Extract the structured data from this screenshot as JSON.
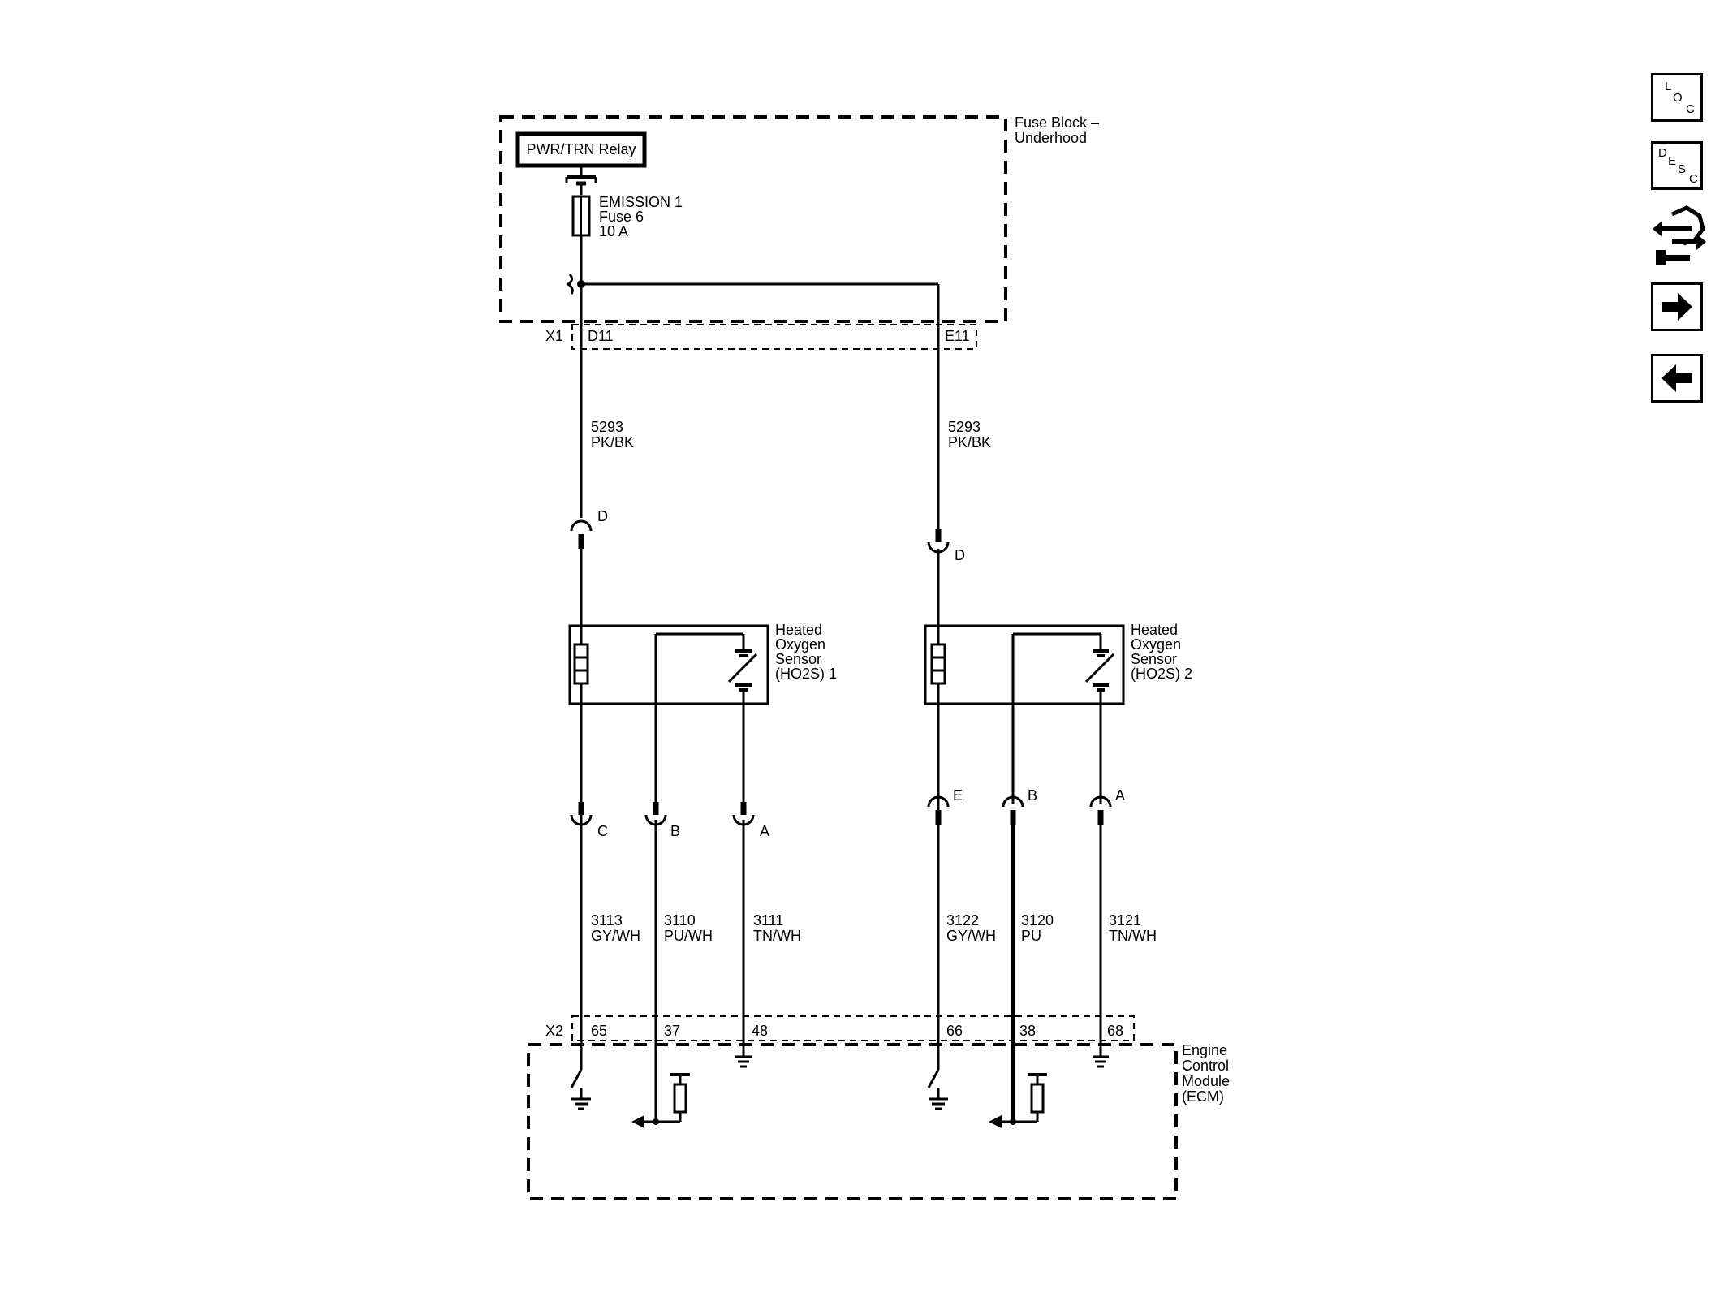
{
  "fuse_block": {
    "label_line1": "Fuse Block –",
    "label_line2": "Underhood"
  },
  "relay": {
    "label": "PWR/TRN Relay"
  },
  "fuse": {
    "line1": "EMISSION 1",
    "line2": "Fuse 6",
    "line3": "10 A"
  },
  "connector_x1": {
    "name": "X1",
    "pin_left": "D11",
    "pin_right": "E11"
  },
  "wires_power": [
    {
      "circuit": "5293",
      "color": "PK/BK"
    },
    {
      "circuit": "5293",
      "color": "PK/BK"
    }
  ],
  "sensor1": {
    "line1": "Heated",
    "line2": "Oxygen",
    "line3": "Sensor",
    "line4": "(HO2S) 1",
    "pin_top": "D",
    "pins_bottom": [
      "C",
      "B",
      "A"
    ]
  },
  "sensor2": {
    "line1": "Heated",
    "line2": "Oxygen",
    "line3": "Sensor",
    "line4": "(HO2S) 2",
    "pin_top": "D",
    "pins_bottom": [
      "E",
      "B",
      "A"
    ]
  },
  "wires_signal": [
    {
      "circuit": "3113",
      "color": "GY/WH"
    },
    {
      "circuit": "3110",
      "color": "PU/WH"
    },
    {
      "circuit": "3111",
      "color": "TN/WH"
    },
    {
      "circuit": "3122",
      "color": "GY/WH"
    },
    {
      "circuit": "3120",
      "color": "PU"
    },
    {
      "circuit": "3121",
      "color": "TN/WH"
    }
  ],
  "connector_x2": {
    "name": "X2",
    "pins": [
      "65",
      "37",
      "48",
      "66",
      "38",
      "68"
    ]
  },
  "ecm": {
    "line1": "Engine",
    "line2": "Control",
    "line3": "Module",
    "line4": "(ECM)"
  },
  "nav": {
    "loc": {
      "l1": "L",
      "l2": "O",
      "l3": "C"
    },
    "desc": {
      "l1": "D",
      "l2": "E",
      "l3": "S",
      "l4": "C"
    }
  }
}
